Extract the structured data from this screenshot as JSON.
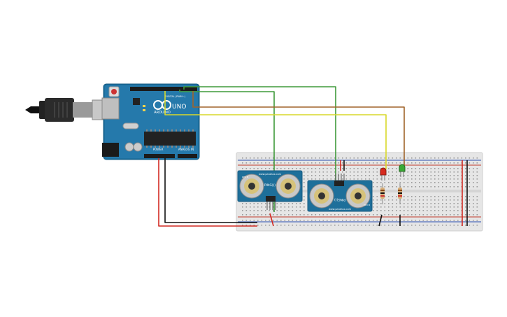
{
  "arduino": {
    "brand": "ARDUINO",
    "model": "UNO",
    "digital_label": "DIGITAL (PWM~)",
    "power_label": "POWER",
    "analog_label": "ANALOG IN",
    "aref_label": "AREF",
    "gnd_label": "GND"
  },
  "sensors": [
    {
      "model": "PING))) ",
      "brand": "www.parallax.com",
      "rev": "REV B"
    },
    {
      "model": "PING))) ",
      "brand": "www.parallax.com",
      "rev": "REV B"
    }
  ],
  "leds": [
    {
      "color": "red",
      "hex": "#d62a1e"
    },
    {
      "color": "green",
      "hex": "#3aa935"
    }
  ],
  "wire_colors": {
    "green": "#3f9a3a",
    "yellow": "#d9d92a",
    "brown": "#a0642a",
    "red": "#d22a22",
    "black": "#111111"
  }
}
